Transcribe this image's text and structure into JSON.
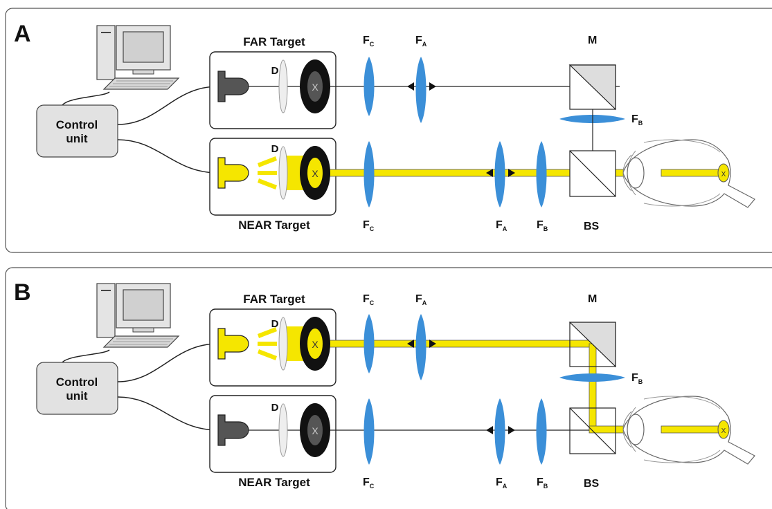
{
  "panels": [
    {
      "id": "A",
      "letter": "A",
      "active": "near",
      "control_unit_line1": "Control",
      "control_unit_line2": "unit",
      "far_target_label": "FAR Target",
      "near_target_label": "NEAR Target",
      "diffuser_far": "D",
      "diffuser_near": "D",
      "mirror": "M",
      "beam_splitter": "BS",
      "lens_main": "F",
      "sub_c": "C",
      "sub_a": "A",
      "sub_b": "B"
    },
    {
      "id": "B",
      "letter": "B",
      "active": "far",
      "control_unit_line1": "Control",
      "control_unit_line2": "unit",
      "far_target_label": "FAR Target",
      "near_target_label": "NEAR Target",
      "diffuser_far": "D",
      "diffuser_near": "D",
      "mirror": "M",
      "beam_splitter": "BS",
      "lens_main": "F",
      "sub_c": "C",
      "sub_a": "A",
      "sub_b": "B"
    }
  ],
  "colors": {
    "beam": "#f5e600",
    "lens": "#3b8fd8",
    "panel_border": "#555555",
    "lamp_off": "#555555"
  }
}
